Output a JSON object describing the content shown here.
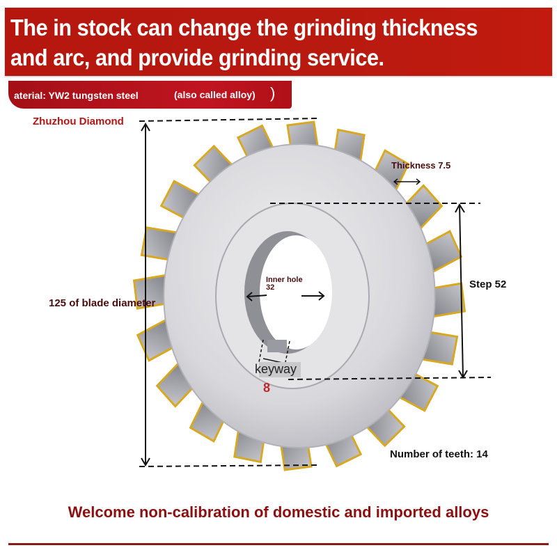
{
  "header": {
    "line1": "The in stock can change the grinding thickness",
    "line2": "and arc, and provide grinding service.",
    "bg_color": "#b81a10"
  },
  "material_banner": {
    "material": "aterial: YW2 tungsten steel",
    "alias": "(also called alloy)",
    "paren": ")",
    "bg_color": "#b01018"
  },
  "brand": "Zhuzhou Diamond",
  "dimensions": {
    "diameter": "125 of blade diameter",
    "thickness": "Thickness 7.5",
    "step": "Step 52",
    "inner_hole_label": "Inner hole",
    "inner_hole_value": "32",
    "keyway_label": "keyway",
    "keyway_value": "8",
    "teeth": "Number of teeth: 14"
  },
  "footer": {
    "tagline": "Welcome non-calibration of domestic and imported alloys",
    "accent_color": "#8c1010"
  },
  "product_image": {
    "subject": "saw-blade-cutter",
    "colors": {
      "steel": "#d9d9dc",
      "tip": "#d8a820",
      "shadow": "#8e8e94"
    }
  }
}
